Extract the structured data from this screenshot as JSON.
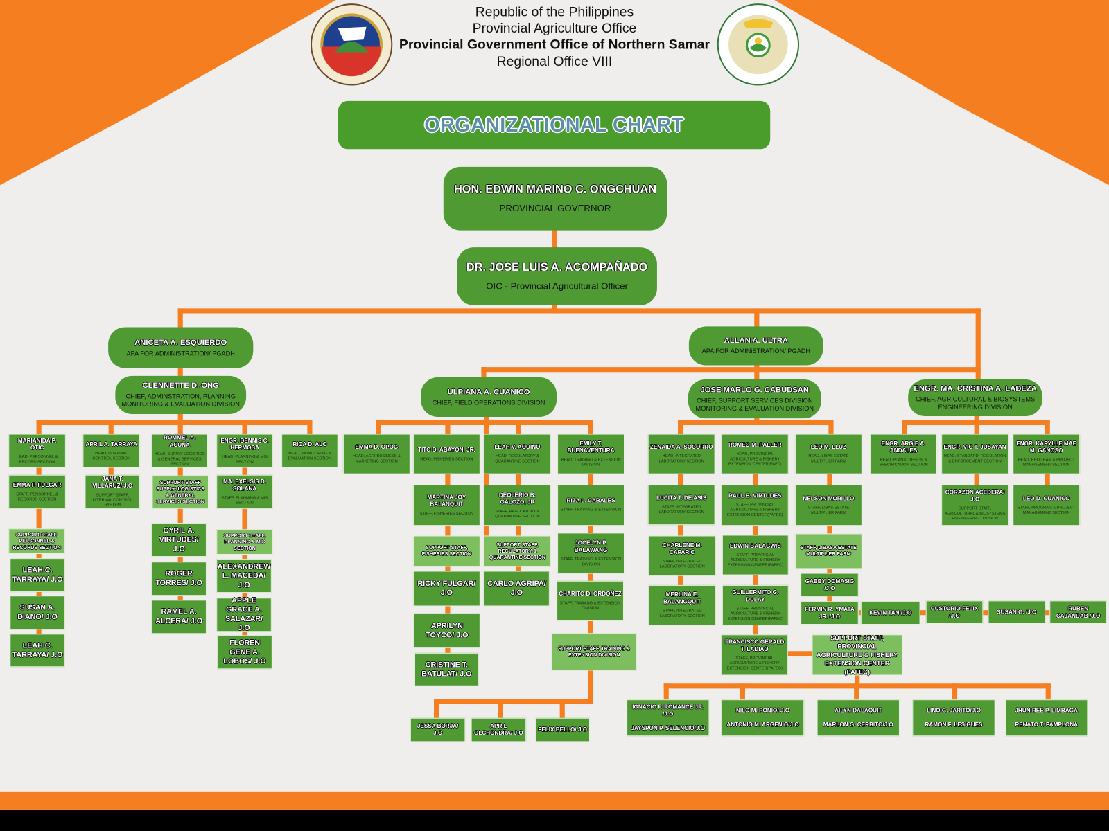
{
  "header": {
    "line1": "Republic of the Philippines",
    "line2": "Provincial Agriculture Office",
    "line3": "Provincial Government Office of Northern Samar",
    "line4": "Regional Office VIII",
    "title": "ORGANIZATIONAL CHART"
  },
  "logos": {
    "left": "LALAWIGAN NG HILAGANG SAMAR · OPISYAL NA SAGISAG",
    "right": "PROVINCIAL AGRICULTURE OFFICE · NORTHERN SAMAR"
  },
  "colors": {
    "orange": "#f47e20",
    "green": "#4f9a33",
    "light_green": "#7dbf5f",
    "background": "#efeeec"
  },
  "nodes": {
    "governor": {
      "name": "HON. EDWIN MARINO C. ONGCHUAN",
      "title": "PROVINCIAL GOVERNOR"
    },
    "oic": {
      "name": "DR. JOSE LUIS A. ACOMPAÑADO",
      "title": "OIC - Provincial Agricultural Officer"
    },
    "aniceta": {
      "name": "ANICETA A. ESQUIERDO",
      "title": "APA FOR ADMINiSTRATION/ PGADH"
    },
    "allan": {
      "name": "ALLAN A. ULTRA",
      "title": "APA FOR ADMINiSTRATION/ PGADH"
    },
    "clennette": {
      "name": "CLENNETTE D. ONG",
      "title": "CHIEF, ADMINSTRATION, PLANNING MONITORING & EVALUATION DIVISION"
    },
    "ulpiana": {
      "name": "ULPIANA A. CUANICO",
      "title": "CHIEF, FIELD OPERATIONS DIVISION"
    },
    "jose": {
      "name": "JOSE MARLO G. CABUDSAN",
      "title": "CHIEF, SUPPORT SERVICES DIVISION MONITORING & EVALUATION DIVISION"
    },
    "ladeza": {
      "name": "ENGR. MA. CRISTINA A. LADEZA",
      "title": "CHIEF, AGRICULTURAL & BIOSYSTEMS ENGINEERING DIVISION"
    },
    "marianida": {
      "name": "MARIANIDA P. OTIC",
      "title": "HEAD, PERSONNEL & RECORD SECTION"
    },
    "emmaf": {
      "name": "EMMA F. FULGAR",
      "title": "STAFF, PERSONNEL & RECORDS SECTION"
    },
    "sup_personnel": {
      "name": "SUPPORT STAFF, PERSONNEL & RECORDS SECTION"
    },
    "leah1": {
      "name": "LEAH C. TARRAYA/ J.O"
    },
    "susan": {
      "name": "SUSAN A. DIANO/ J.O"
    },
    "leah2": {
      "name": "LEAH C. TARRAYA/ J.O"
    },
    "april": {
      "name": "APRIL A. TARRAYA",
      "title": "HEAD, INTERNAL CONTROL SECTION"
    },
    "jana": {
      "name": "JANA T. VILLARUZ/ J.O",
      "title": "SUPPORT STAFF, INTERNAL CONTROL SYSTEM"
    },
    "rommel": {
      "name": "ROMMEL A. ACUÑA",
      "title": "HEAD, SUPPLY LOGISTICS & GENERAL SERVICES SECTION"
    },
    "sup_supply": {
      "name": "SUPPORT STAFF SUPPLY, LOGISTICS & GENERAL SERVICES SECTION"
    },
    "cyril": {
      "name": "CYRIL A. VIRTUDES/ J.O"
    },
    "roger": {
      "name": "ROGER TORRES/ J.O"
    },
    "ramel": {
      "name": "RAMEL A. ALCERA/ J.O"
    },
    "dennis": {
      "name": "ENGR. DENNIS C. HERMOSA",
      "title": "HEAD, PLANNING & MIS SECTION"
    },
    "solana": {
      "name": "MA. EXELSIS D. SOLANA",
      "title": "STAFF, PLANNING & MIS SECTION"
    },
    "sup_planning": {
      "name": "SUPPORT STAFF, PLANNING & MIS SECTION"
    },
    "alexandrew": {
      "name": "ALEXANDREW L. MACEDA/ J.O"
    },
    "apple": {
      "name": "APPLE GRACE A. SALAZAR/ J.O"
    },
    "floren": {
      "name": "FLOREN GENE A. LOBOS/ J.O"
    },
    "rica": {
      "name": "RICA D. ALO",
      "title": "HEAD, MONITORING & EVALUATION SECTION"
    },
    "emmad": {
      "name": "EMMA D. OPOG",
      "title": "HEAD, AGRI-BUSINESS & MARKETING SECTION"
    },
    "tito": {
      "name": "TITO D. ABAYON, JR.",
      "title": "HEAD, FISHERIES SECTION"
    },
    "martina": {
      "name": "MARTINA JOY BALANQUIT",
      "title": "STAFF, FISHERIES SECTION"
    },
    "sup_fisheries": {
      "name": "SUPPORT STAFF, FISHERIES SECTION"
    },
    "ricky": {
      "name": "RICKY FULGAR/ J.O"
    },
    "aprilyn": {
      "name": "APRILYN TOYCO/ J.O"
    },
    "cristine": {
      "name": "CRISTINE T. BATULAT/ J.O"
    },
    "leahv": {
      "name": "LEAH V. AQUINO",
      "title": "HEAD, REGULATORY & QUARANTINE SECTION"
    },
    "deolerio": {
      "name": "DEOLERIO B. GALOZO, JR",
      "title": "STAFF, REGULATORY & QUARANTINE SECTION"
    },
    "sup_regulatory": {
      "name": "SUPPORT STAFF, REGULATORY & QUARANTINE SECTION"
    },
    "carlo": {
      "name": "CARLO AGRIPA/ J.O"
    },
    "emily": {
      "name": "EMILY T. BUENAVENTURA",
      "title": "HEAD, TRAINING & EXTENSION DIVISION"
    },
    "riza": {
      "name": "RIZA L. CABALES",
      "title": "STAFF, TRAINING & EXTENSION"
    },
    "jocelyn": {
      "name": "JOCELYN P. BALAWANG",
      "title": "STAFF, TRAINING & EXTENSION DIVISION"
    },
    "charito": {
      "name": "CHARITO D. ORDOÑEZ",
      "title": "STAFF, TRAINING & EXTENSION DIVISION"
    },
    "sup_training": {
      "name": "SUPPORT STAFF, TRAINING & EXTENSION DIVISION"
    },
    "jessa": {
      "name": "JESSA BORJA/ J.O"
    },
    "aprilo": {
      "name": "APRIL OLCHONDRA/ J.O"
    },
    "felix": {
      "name": "FELIX BELLO/ J.O"
    },
    "zenaida": {
      "name": "ZENAIDA A. SOCORRO",
      "title": "HEAD, INTEGRATED LABORATORY SECTION"
    },
    "lucita": {
      "name": "LUCITA T. DE ASIS",
      "title": "STAFF, INTEGRATED LABORATORY SECTION"
    },
    "charlene": {
      "name": "CHARLENE M. CAPARIC",
      "title": "STAFF, INTEGRATED LABORATORY SECTION"
    },
    "merlina": {
      "name": "MERLINA E. BALANGQUIT",
      "title": "STAFF, INTEGRATED LABORATORY SECTION"
    },
    "romeo": {
      "name": "ROMEO M. PALLER",
      "title": "HEAD, PROVINCIAL AGRICULTURE & FISHERY EXTENSION CENTER(PAFC)"
    },
    "raul": {
      "name": "RAUL B. VIRTUDES",
      "title": "STAFF, PROVINCIAL AGRICULTURE & FISHERY EXTENSION CENTER(PAFEC)"
    },
    "edwin": {
      "name": "EDWIN BALAGWIS",
      "title": "STAFF, PROVINCIAL AGRICULTURE & FISHERY EXTENSION CENTER(PAFEC)"
    },
    "guillermito": {
      "name": "GUILLERMITO G. DULAY",
      "title": "STAFF, PROVINCIAL AGRICULTURE & FISHERY EXTENSION CENTER(PAFEC)"
    },
    "francisco": {
      "name": "FRANCISCO GERALD T. LADIAO",
      "title": "STAFF, PROVINCIAL AGRICULTURE & FISHERY EXTENSION CENTER(PAFEC)"
    },
    "sup_pafec": {
      "name": "SUPPORT STAFF, PROVINCIAL AGRICULTURE & FISHERY EXTENSION CENTER (PAFEC)"
    },
    "leom": {
      "name": "LEO M. LLUZ",
      "title": "HEAD, LIBAS ESTATE MULTIPLIER FARM"
    },
    "nelson": {
      "name": "NELSON MORILLO",
      "title": "STAFF, LIBAS ESTATE MULTIPLIER FARM"
    },
    "sup_libasa": {
      "name": "STAFF, LIBASA ESTATE MULTIPLIER FARM"
    },
    "gabby": {
      "name": "GABBY DOMASIG /J.O"
    },
    "fermin": {
      "name": "FERMIN R. YMATA JR. /J.O"
    },
    "kevin": {
      "name": "KEVIN TAN /J.O"
    },
    "custorio": {
      "name": "CUSTORIO FELIX /J.O"
    },
    "susang": {
      "name": "SUSAN G. /J.O"
    },
    "ruben": {
      "name": "RUBEN CAJANDAB /J.O"
    },
    "pair1": {
      "name": "IGNACIO F. ROMANCE JR. /J.O",
      "name2": "JAYSPON P. SELENCIO/J.O"
    },
    "pair2": {
      "name": "NILO M. PONIO/ J.O",
      "name2": "ANTONIO M, ARGENIO/J.O"
    },
    "pair3": {
      "name": "AILYN DALAQUIT",
      "name2": "MARLON G. CERBITO/J.O"
    },
    "pair4": {
      "name": "LINO G. JARITO/J.O",
      "name2": "RAMON F. LESIGUES"
    },
    "pair5": {
      "name": "JHUN REE P. LIMBAGA",
      "name2": "RENATO T. PAMPLONA"
    },
    "argie": {
      "name": "ENGR. ARGIE A. ANDALES",
      "title": "HEAD, PLANS, DESIGN & SPECIFICATION SECTION"
    },
    "vic": {
      "name": "ENGR. VIC T. JUSAYAN",
      "title": "HEAD, STANDARD, REGULATION & ENFORCEMENT SECTION"
    },
    "corazon": {
      "name": "CORAZON ACEDERA/ J.O",
      "title": "SUPPORT STAFF, AGRICULTURAL & BIOSYSTEMS ENGINEERING DIVISION"
    },
    "karylle": {
      "name": "ENGR. KARYLLE MAE M. GAÑOSO",
      "title": "HEAD, PROGRAM & PROJECT MANAGEMENT SECTION"
    },
    "leod": {
      "name": "LEO D. CUANICO",
      "title": "STAFF, PROGRAM & PROJECT MANAGEMENT SECTION"
    }
  }
}
